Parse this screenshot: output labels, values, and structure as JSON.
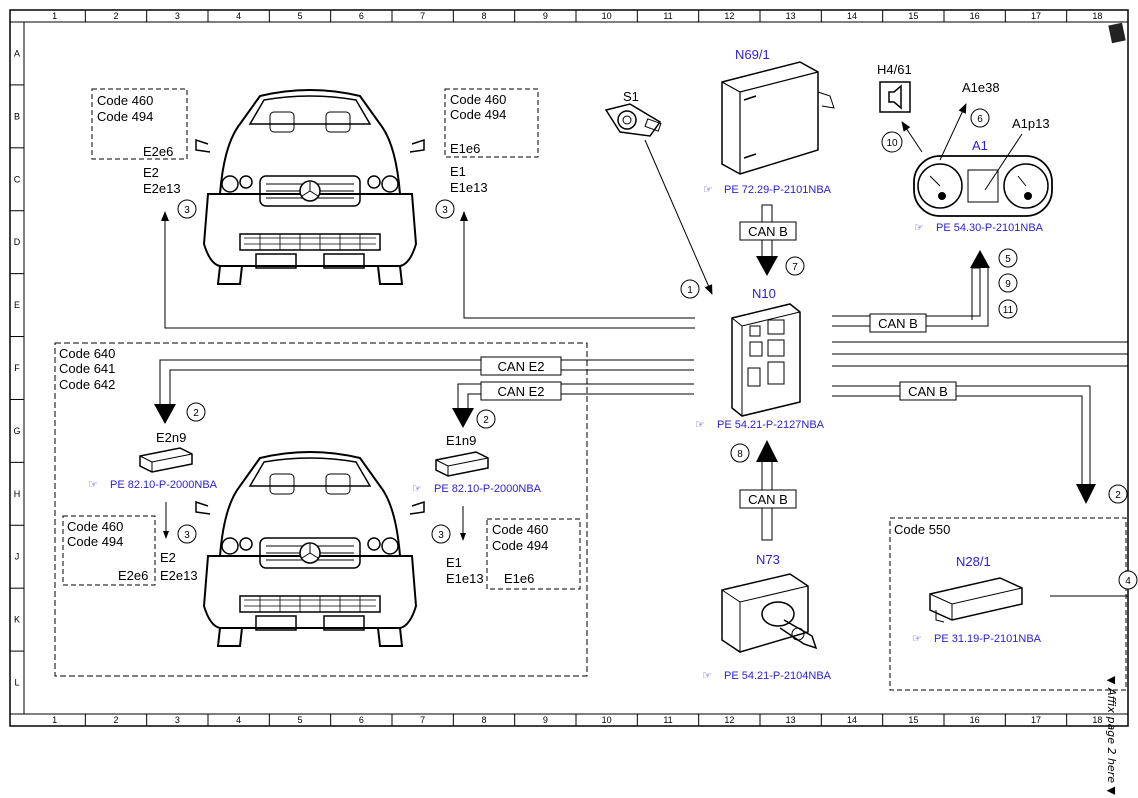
{
  "grid": {
    "columns": [
      "1",
      "2",
      "3",
      "4",
      "5",
      "6",
      "7",
      "8",
      "9",
      "10",
      "11",
      "12",
      "13",
      "14",
      "15",
      "16",
      "17",
      "18"
    ],
    "rows": [
      "A",
      "B",
      "C",
      "D",
      "E",
      "F",
      "G",
      "H",
      "J",
      "K",
      "L"
    ]
  },
  "code_boxes": {
    "top_left": [
      "Code 460",
      "Code 494"
    ],
    "top_left_lamp": "E2e6",
    "top_right": [
      "Code 460",
      "Code 494"
    ],
    "top_right_lamp": "E1e6",
    "lower_group": [
      "Code 640",
      "Code 641",
      "Code 642"
    ],
    "lower_left": [
      "Code 460",
      "Code 494"
    ],
    "lower_right": [
      "Code 460",
      "Code 494"
    ],
    "code_550": "Code 550"
  },
  "lamps": {
    "top_left": [
      "E2",
      "E2e13"
    ],
    "top_right": [
      "E1",
      "E1e13"
    ],
    "lower_left": [
      "E2",
      "E2e13"
    ],
    "lower_left_sub": "E2e6",
    "lower_right": [
      "E1",
      "E1e13"
    ],
    "lower_right_sub": "E1e6"
  },
  "components": {
    "s1": "S1",
    "n69": "N69/1",
    "n69_ref": "PE 72.29-P-2101NBA",
    "n10": "N10",
    "n10_ref": "PE 54.21-P-2127NBA",
    "n73": "N73",
    "n73_ref": "PE 54.21-P-2104NBA",
    "a1": "A1",
    "a1_ref": "PE 54.30-P-2101NBA",
    "a1e38": "A1e38",
    "a1p13": "A1p13",
    "h4": "H4/61",
    "e2n9": "E2n9",
    "e2n9_ref": "PE 82.10-P-2000NBA",
    "e1n9": "E1n9",
    "e1n9_ref": "PE 82.10-P-2000NBA",
    "n28": "N28/1",
    "n28_ref": "PE 31.19-P-2101NBA"
  },
  "buses": {
    "can_b_top": "CAN B",
    "can_b_right": "CAN B",
    "can_b_lower_right": "CAN B",
    "can_b_bottom": "CAN B",
    "can_e2_upper": "CAN E2",
    "can_e2_lower": "CAN E2"
  },
  "step_numbers": {
    "n1": "1",
    "n2a": "2",
    "n2b": "2",
    "n2c": "2",
    "n3a": "3",
    "n3b": "3",
    "n3c": "3",
    "n3d": "3",
    "n5": "5",
    "n6": "6",
    "n7": "7",
    "n8": "8",
    "n9": "9",
    "n10": "10",
    "n11": "11",
    "n4": "4"
  },
  "side_note": "▼ Affix page 2 here ▼"
}
